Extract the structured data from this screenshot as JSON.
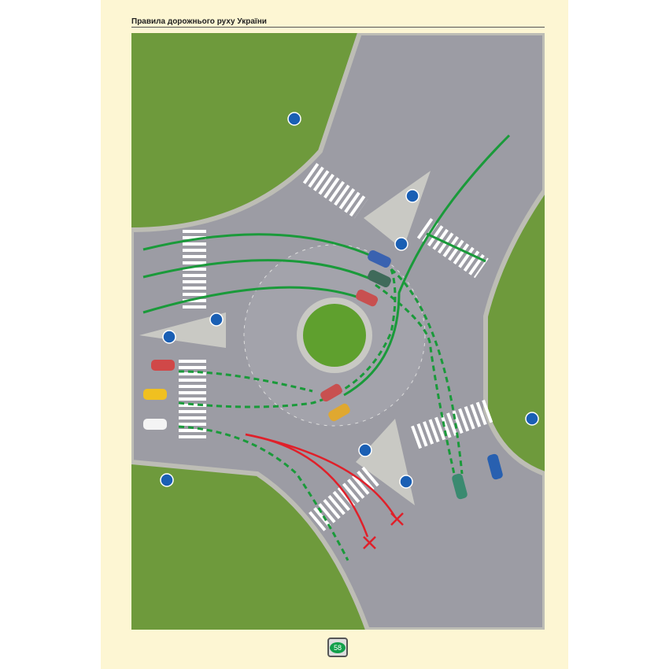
{
  "header": {
    "title": "Правила дорожнього руху України"
  },
  "page_number": "58",
  "illustration": {
    "subject": "roundabout",
    "colors": {
      "grass": "#6e9a3c",
      "road": "#9c9ca4",
      "allowed_path": "#1a9a3a",
      "forbidden_path": "#e0202a",
      "sign_blue": "#1a5fb4"
    }
  }
}
